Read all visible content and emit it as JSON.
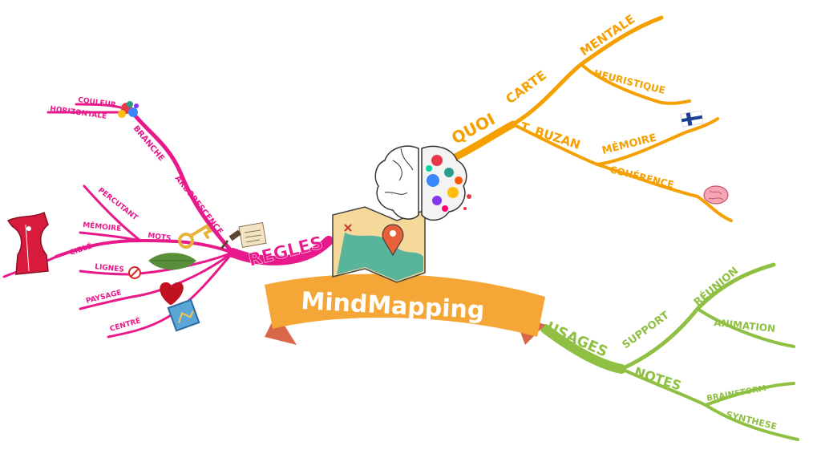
{
  "center": {
    "title": "MindMapping",
    "banner_color": "#f4a636",
    "banner_fold_color": "#e0873a"
  },
  "colors": {
    "regles": "#e8198a",
    "quoi": "#f5a000",
    "usages": "#8fc043"
  },
  "regles": {
    "label": "REGLES",
    "arborescence": "ARBORESCENCE",
    "branche": "BRANCHE",
    "couleur": "COULEUR",
    "horizontale": "HORIZONTALE",
    "mots": "MOTS",
    "percutant": "PERCUTANT",
    "memoire": "MÉMOIRE",
    "cible": "CIBLÉ",
    "lignes": "LIGNES",
    "paysage": "PAYSAGE",
    "centre": "CENTRÉ"
  },
  "quoi": {
    "label": "QUOI",
    "carte": "CARTE",
    "mentale": "MENTALE",
    "heuristique": "HEURISTIQUE",
    "buzan": "T. BUZAN",
    "memoire": "MÉMOIRE",
    "coherence": "COHÉRENCE"
  },
  "usages": {
    "label": "USAGES",
    "support": "SUPPORT",
    "reunion": "RÉUNION",
    "animation": "ANIMATION",
    "notes": "NOTES",
    "brainstorm": "BRAINSTORM",
    "synthese": "SYNTHESE"
  },
  "icons": [
    "corset-icon",
    "key-icon",
    "gavel-scroll-icon",
    "paint-splash-icon",
    "no-sign-icon",
    "leaf-icon",
    "heart-icon",
    "picture-icon",
    "map-pin-icon",
    "brain-icon",
    "finland-flag-icon",
    "small-brain-icon"
  ]
}
